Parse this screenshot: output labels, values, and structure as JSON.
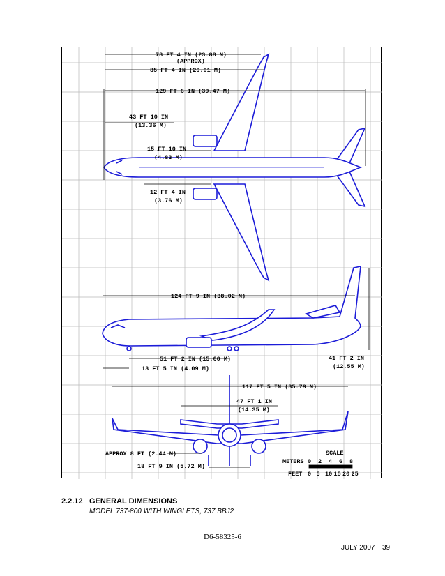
{
  "drawing": {
    "colors": {
      "aircraft": "#1c1cd8",
      "grid": "#b9b9b9",
      "lines": "#000000"
    },
    "top_view": {
      "dim_length_approx": "78 FT 4 IN (23.88 M)",
      "dim_approx_label": "(APPROX)",
      "dim_85": "85 FT 4 IN (26.01 M)",
      "dim_span": "129 FT 6 IN (39.47 M)",
      "dim_43_a": "43 FT 10 IN",
      "dim_43_b": "(13.36 M)",
      "dim_15_a": "15 FT 10 IN",
      "dim_15_b": "(4.83 M)",
      "dim_12_a": "12 FT 4 IN",
      "dim_12_b": "(3.76 M)"
    },
    "side_view": {
      "dim_length": "124 FT 9 IN (38.02 M)",
      "dim_51": "51 FT 2 IN (15.60 M)",
      "dim_13": "13 FT 5 IN (4.09 M)",
      "dim_height_a": "41 FT 2 IN",
      "dim_height_b": "(12.55 M)"
    },
    "front_view": {
      "dim_wingspan": "117 FT 5 IN (35.79 M)",
      "dim_47_a": "47 FT 1 IN",
      "dim_47_b": "(14.35 M)",
      "dim_8": "APPROX 8 FT (2.44 M)",
      "dim_18": "18 FT 9 IN (5.72 M)"
    },
    "scale": {
      "title": "SCALE",
      "meters_label": "METERS",
      "meters_ticks": [
        "0",
        "2",
        "4",
        "6",
        "8"
      ],
      "feet_label": "FEET",
      "feet_ticks": [
        "0",
        "5",
        "10",
        "15",
        "20",
        "25"
      ]
    }
  },
  "caption": {
    "section_number": "2.2.12",
    "title": "GENERAL DIMENSIONS",
    "subtitle": "MODEL 737-800 WITH WINGLETS, 737 BBJ2"
  },
  "footer": {
    "doc_id": "D6-58325-6",
    "date": "JULY 2007",
    "page": "39"
  }
}
